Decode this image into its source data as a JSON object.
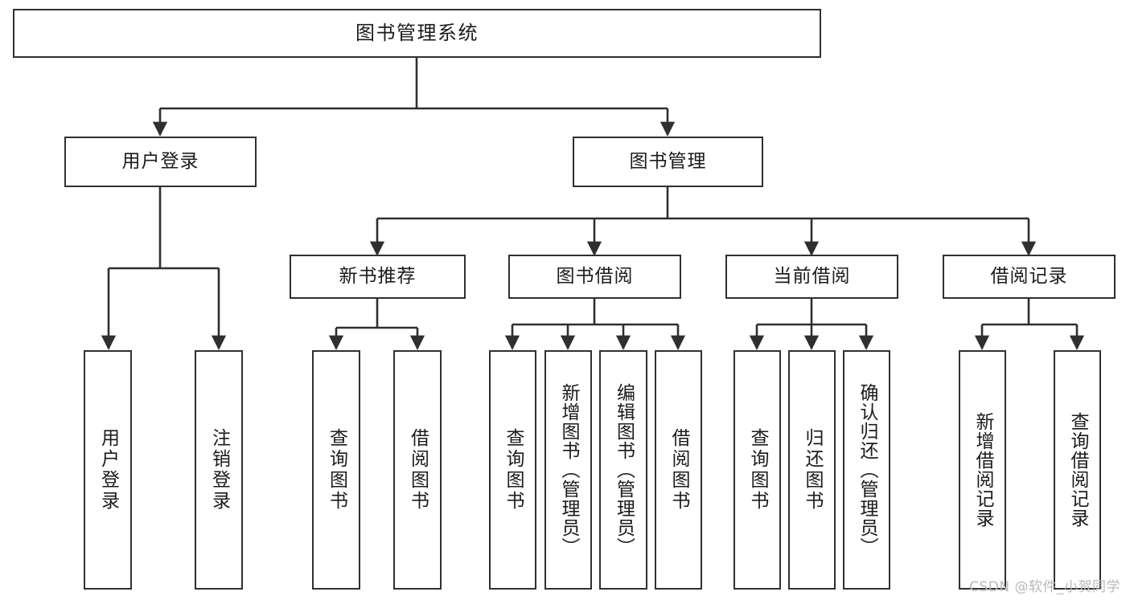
{
  "diagram": {
    "title": "图书管理系统",
    "type": "tree",
    "watermark": "CSDN @软件_小贺同学",
    "colors": {
      "border": "#30302f",
      "box_fill": "#ffffff",
      "text": "#1b1b1b",
      "connector": "#2f2f2f",
      "watermark": "#b9b9b9",
      "background": "#ffffff"
    },
    "levels": {
      "root": "图书管理系统",
      "level2": [
        "用户登录",
        "图书管理"
      ],
      "level3": [
        "新书推荐",
        "图书借阅",
        "当前借阅",
        "借阅记录"
      ]
    },
    "nodes": {
      "root": {
        "label": "图书管理系统"
      },
      "user_login": {
        "label": "用户登录"
      },
      "book_manage": {
        "label": "图书管理"
      },
      "new_book_rec": {
        "label": "新书推荐"
      },
      "book_borrow": {
        "label": "图书借阅"
      },
      "current_borrow": {
        "label": "当前借阅"
      },
      "borrow_record": {
        "label": "借阅记录"
      },
      "leaf_user_login": {
        "label": "用户登录"
      },
      "leaf_logout": {
        "label": "注销登录"
      },
      "leaf_query_book_1": {
        "label": "查询图书"
      },
      "leaf_borrow_book_1": {
        "label": "借阅图书"
      },
      "leaf_query_book_2": {
        "label": "查询图书"
      },
      "leaf_add_book_admin": {
        "label": "新增图书（管理员）"
      },
      "leaf_edit_book_admin": {
        "label": "编辑图书（管理员）"
      },
      "leaf_borrow_book_2": {
        "label": "借阅图书"
      },
      "leaf_query_book_3": {
        "label": "查询图书"
      },
      "leaf_return_book": {
        "label": "归还图书"
      },
      "leaf_confirm_return_admin": {
        "label": "确认归还（管理员）"
      },
      "leaf_add_borrow_record": {
        "label": "新增借阅记录"
      },
      "leaf_query_borrow_record": {
        "label": "查询借阅记录"
      }
    },
    "edges": [
      {
        "from": "root",
        "to": "user_login"
      },
      {
        "from": "root",
        "to": "book_manage"
      },
      {
        "from": "user_login",
        "to": "leaf_user_login"
      },
      {
        "from": "user_login",
        "to": "leaf_logout"
      },
      {
        "from": "book_manage",
        "to": "new_book_rec"
      },
      {
        "from": "book_manage",
        "to": "book_borrow"
      },
      {
        "from": "book_manage",
        "to": "current_borrow"
      },
      {
        "from": "book_manage",
        "to": "borrow_record"
      },
      {
        "from": "new_book_rec",
        "to": "leaf_query_book_1"
      },
      {
        "from": "new_book_rec",
        "to": "leaf_borrow_book_1"
      },
      {
        "from": "book_borrow",
        "to": "leaf_query_book_2"
      },
      {
        "from": "book_borrow",
        "to": "leaf_add_book_admin"
      },
      {
        "from": "book_borrow",
        "to": "leaf_edit_book_admin"
      },
      {
        "from": "book_borrow",
        "to": "leaf_borrow_book_2"
      },
      {
        "from": "current_borrow",
        "to": "leaf_query_book_3"
      },
      {
        "from": "current_borrow",
        "to": "leaf_return_book"
      },
      {
        "from": "current_borrow",
        "to": "leaf_confirm_return_admin"
      },
      {
        "from": "borrow_record",
        "to": "leaf_add_borrow_record"
      },
      {
        "from": "borrow_record",
        "to": "leaf_query_borrow_record"
      }
    ]
  }
}
